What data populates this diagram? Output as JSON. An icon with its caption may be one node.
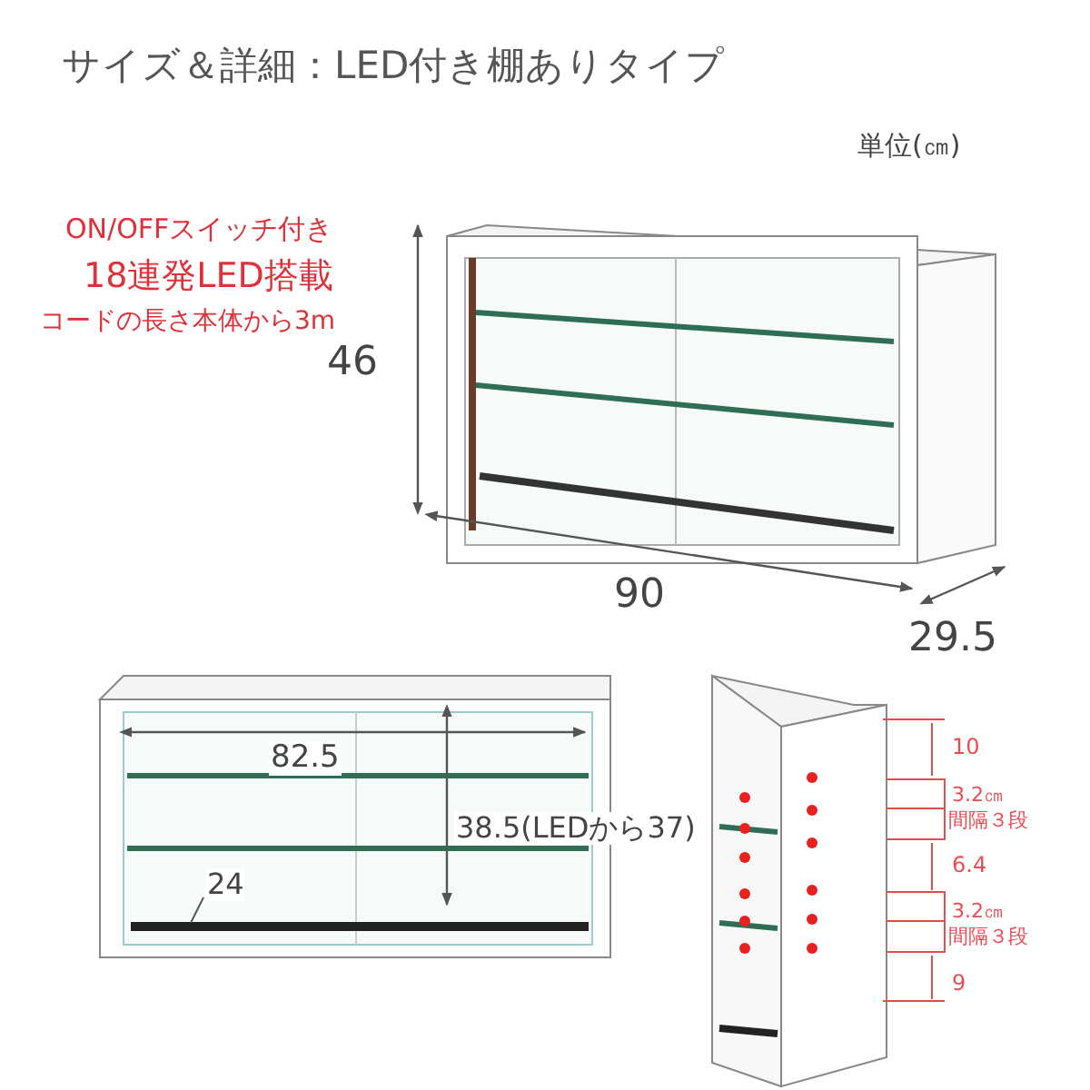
{
  "diagram": {
    "title": "サイズ＆詳細：LED付き棚ありタイプ",
    "labels": [
      "単位(㎝)",
      "ON/OFFスイッチ付き",
      "18連発LED搭載",
      "コードの長さ本体から3m",
      "46",
      "90",
      "29.5",
      "82.5",
      "38.5(LEDから37)",
      "24",
      "10",
      "3.2㎝",
      "間隔３段",
      "6.4",
      "3.2㎝",
      "間隔３段",
      "9"
    ]
  }
}
